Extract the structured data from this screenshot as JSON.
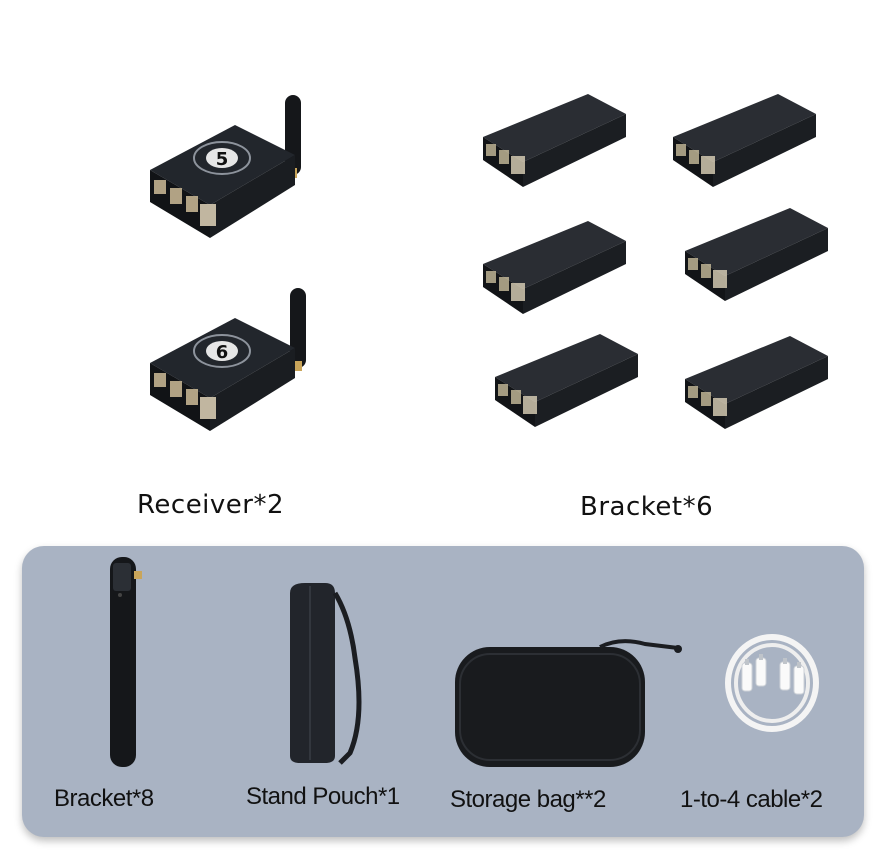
{
  "labels": {
    "receiver": "Receiver*2",
    "bracket_top": "Bracket*6",
    "bracket_bottom": "Bracket*8",
    "stand_pouch": "Stand Pouch*1",
    "storage_bag": "Storage bag**2",
    "cable": "1-to-4 cable*2"
  },
  "receivers": [
    {
      "number": "5"
    },
    {
      "number": "6"
    }
  ],
  "colors": {
    "panel": "#a9b3c3",
    "device": "#1c1f24",
    "gold": "#c9a55a"
  }
}
